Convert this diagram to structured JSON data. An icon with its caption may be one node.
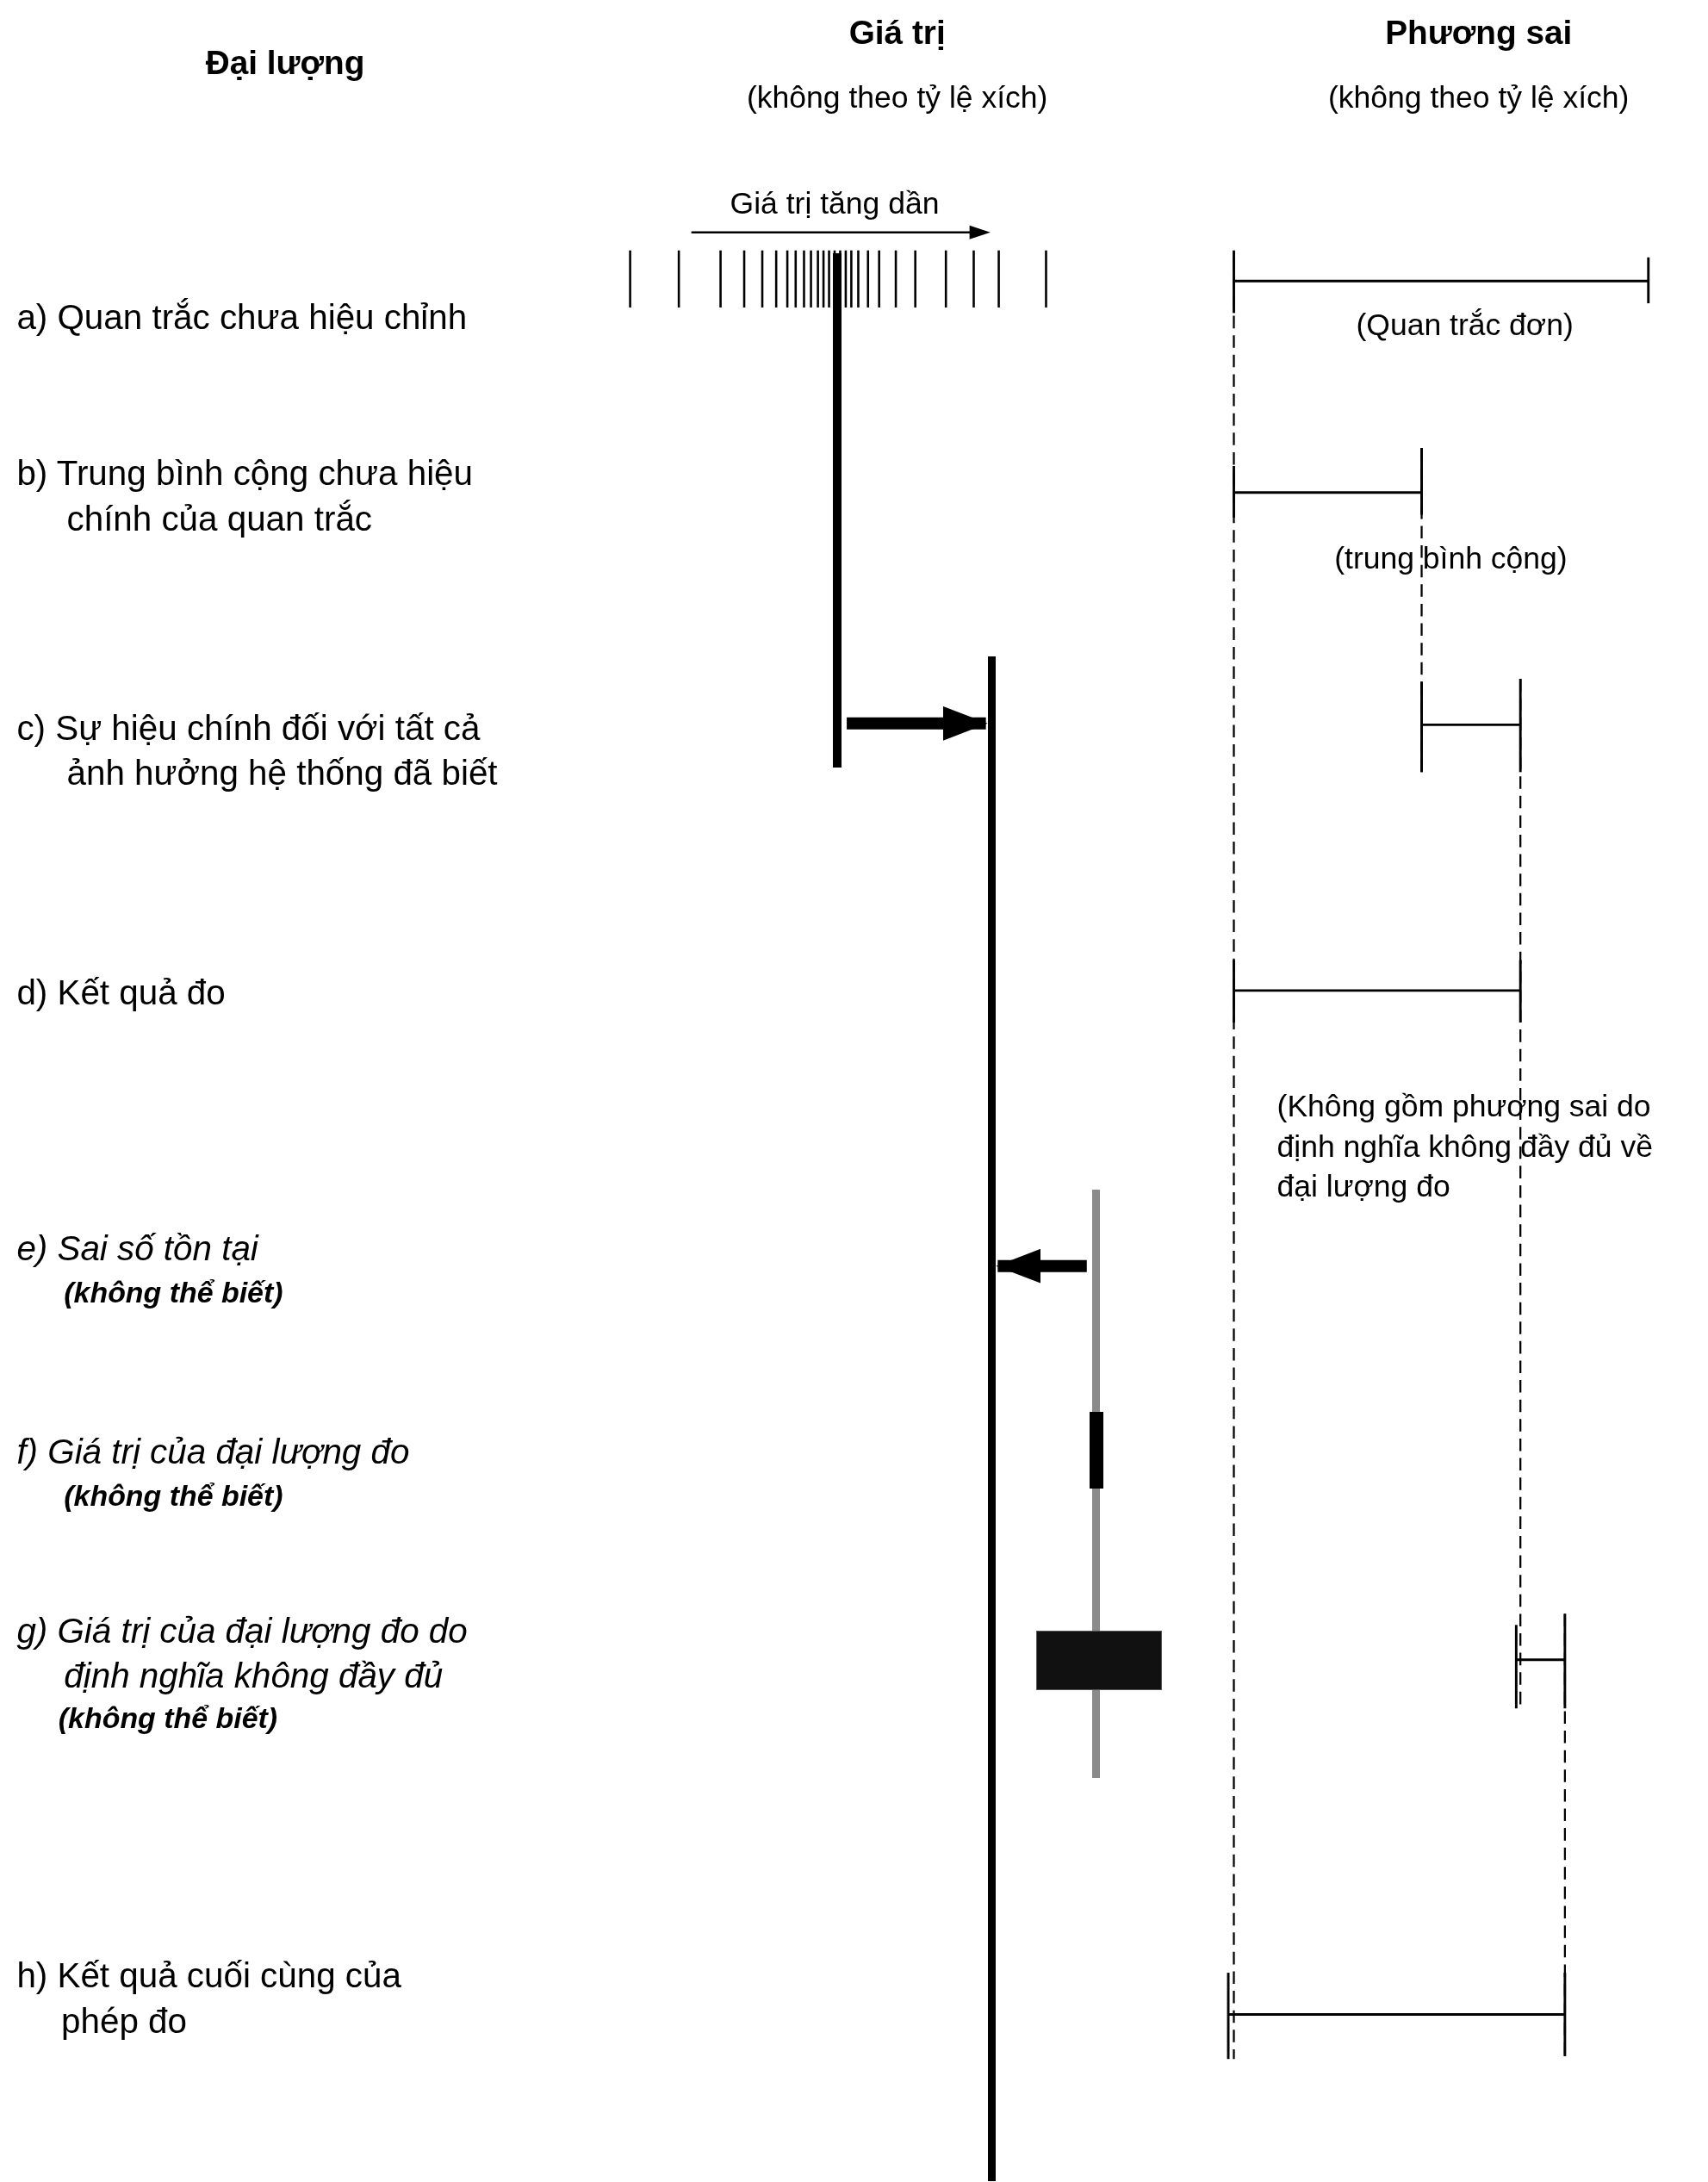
{
  "diagram": {
    "nodes": [
      {
        "text": [],
        "shape": "bar"
      },
      {
        "text": [],
        "shape": "bar"
      },
      {
        "text": [],
        "shape": "bar"
      },
      {
        "text": [],
        "shape": "bar"
      },
      {
        "text": [],
        "shape": "box"
      }
    ],
    "edges": [
      {
        "from": 0,
        "to": 1,
        "arrow": "to"
      },
      {
        "from": 2,
        "to": 1,
        "arrow": "to"
      }
    ],
    "labels": [
      "Đại lượng",
      "Giá trị",
      "(không theo tỷ lệ xích)",
      "Phương sai",
      "(không theo tỷ lệ xích)",
      "Giá trị tăng dần",
      "a) Quan trắc chưa hiệu chỉnh",
      "b) Trung bình cộng chưa hiệu chính của quan trắc",
      "c) Sự hiệu chính đối với tất cả ảnh hưởng hệ thống đã biết",
      "d) Kết quả đo",
      "e) Sai số tồn tại",
      "(không thể biết)",
      "f) Giá trị của đại lượng đo",
      "(không thể biết)",
      "g) Giá trị của đại lượng đo do định nghĩa không đầy đủ",
      "(không thể biết)",
      "h) Kết quả cuối cùng của phép đo",
      "(Quan trắc đơn)",
      "(trung bình cộng)",
      "(Không gồm phương sai do định nghĩa không đầy đủ về đại lượng đo"
    ]
  }
}
